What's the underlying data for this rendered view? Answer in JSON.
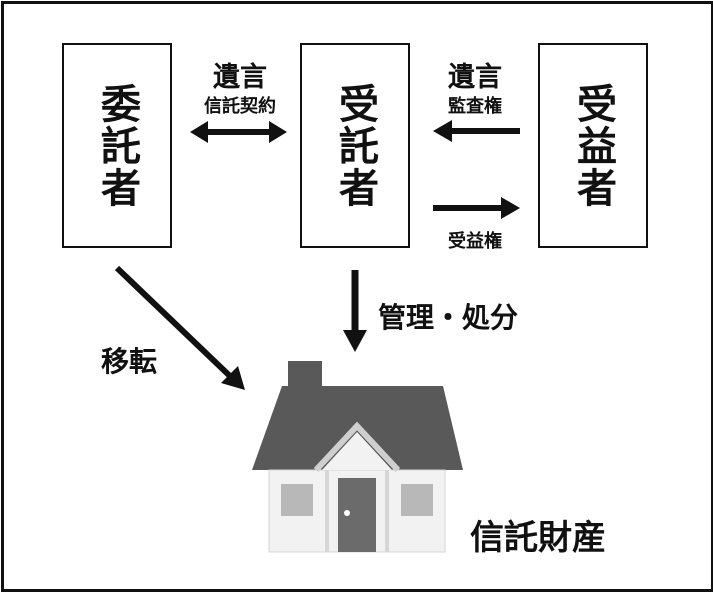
{
  "boxes": {
    "settlor": "委託者",
    "trustee": "受託者",
    "beneficiary": "受益者"
  },
  "labels": {
    "left_top": "遺言",
    "left_bottom": "信託契約",
    "right_top": "遺言",
    "right_bottom": "監査権",
    "right_lower": "受益権",
    "manage": "管理・処分",
    "transfer": "移転",
    "asset": "信託財産"
  },
  "colors": {
    "roof": "#595959",
    "house_wall": "#f2f2f2",
    "door": "#6b6b6b",
    "window": "#b8b8b8",
    "trim": "#cfcfcf"
  }
}
